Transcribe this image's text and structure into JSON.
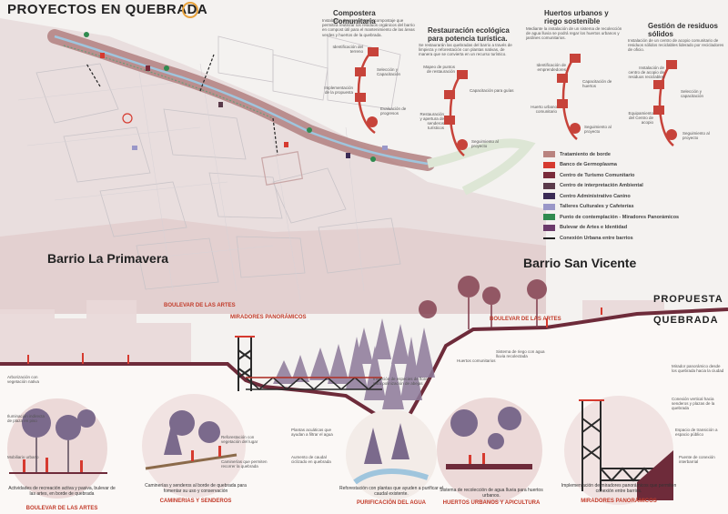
{
  "title": "PROYECTOS EN QUEBRADA",
  "barrios": {
    "primavera": "Barrio La Primavera",
    "vicente": "Barrio San Vicente"
  },
  "panels": [
    {
      "title": "Compostera Comunitaria",
      "text": "Instalación de una planta de compostaje que permitirá reutilizar los residuos orgánicos del barrio en compost útil para el mantenimiento de las áreas verdes y huertos de la quebrada.",
      "steps": [
        "Identificación del terreno",
        "Selección y Capacitación",
        "Implementación de la propuesta",
        "Evaluación de progresos"
      ]
    },
    {
      "title": "Restauración ecológica para potencia turística.",
      "text": "Se restaurarán las quebradas del barrio a través de limpieza y reforestación con plantas nativas, de manera que se convierta en un recurso turístico.",
      "steps": [
        "Mapeo de puntos de restauración",
        "Capacitación para guías",
        "Restauración y apertura de senderos turísticos",
        "Seguimiento al proyecto"
      ]
    },
    {
      "title": "Huertos urbanos y riego sostenible",
      "text": "Mediante la instalación de un sistema de recolección de agua lluvia se podrá regar los huertos urbanos y jardines comunitarios.",
      "steps": [
        "Identificación de emprendedores",
        "Capacitación de huertos",
        "Huerto urbano comunitario",
        "Seguimiento al proyecto"
      ]
    },
    {
      "title": "Gestión de residuos sólidos",
      "text": "Instalación de un centro de acopio comunitario de residuos sólidos reciclables liderado por recicladores de oficio.",
      "steps": [
        "Instalación de centro de acopio de residuos reciclables",
        "Selección y capacitación",
        "Equipamiento del Centro de acopio",
        "Seguimiento al proyecto"
      ]
    }
  ],
  "legend": [
    {
      "label": "Tratamiento de borde",
      "color": "#b9837f"
    },
    {
      "label": "Banco de Germoplasma",
      "color": "#d63a2f"
    },
    {
      "label": "Centro de Turismo Comunitario",
      "color": "#7a2a3a"
    },
    {
      "label": "Centro de interpretación Ambiental",
      "color": "#5a3a4a"
    },
    {
      "label": "Centro Administrativo Canino",
      "color": "#3a2a55"
    },
    {
      "label": "Talleres Culturales y Cafeterías",
      "color": "#9a97c8"
    },
    {
      "label": "Punto de contemplación - Miradores Panorámicos",
      "color": "#2f8a4f"
    },
    {
      "label": "Bulevar de Artes e Identidad",
      "color": "#6b3a6b"
    },
    {
      "label": "Conexión Urbana entre barrios",
      "color": "#222222"
    }
  ],
  "section": {
    "boulevard_left": "BOULEVAR DE LAS ARTES",
    "miradores": "MIRADORES PANORÁMICOS",
    "boulevard_right": "BOULEVAR DE LAS ARTES",
    "propuesta": "PROPUESTA",
    "quebrada": "QUEBRADA"
  },
  "details": [
    {
      "caption": "Actividades de recreación activa y pasiva, bulevar de las artes, en borde de quebrada",
      "title": "BOULEVAR DE LAS ARTES",
      "annots": [
        "Arborización con vegetación nativa",
        "Iluminación indirecta de plaza en piso",
        "Mobiliario urbano"
      ]
    },
    {
      "caption": "Caminerías y senderos al borde de quebrada para fomentar su uso y conservación",
      "title": "CAMINERIAS Y SENDEROS",
      "annots": [
        "Reforestación con vegetación del lugar",
        "Caminerías que permiten recorrer la quebrada"
      ]
    },
    {
      "caption": "Reforestación con plantas que ayuden a purificar el caudal existente.",
      "title": "PURIFICACIÓN DEL AGUA",
      "annots": [
        "Plantas acuáticas que ayudan a filtrar el agua",
        "Aumento de caudal ciclizado en quebrada"
      ]
    },
    {
      "caption": "Sistema de recolección de agua lluvia para huertos urbanos.",
      "title": "HUERTOS URBANOS Y APICULTURA",
      "annots": [
        "Huertos comunitarios",
        "Sistema de riego con agua lluvia recolectada",
        "Inserción de especies de flores para polinización de abejas"
      ]
    },
    {
      "caption": "Implementación de miradores panorámicos que permiten conexión entre barrios.",
      "title": "MIRADORES PANORÁMICOS",
      "annots": [
        "Mirador panorámico desde los quebrada hacia la ciudad",
        "Conexión vertical hacia senderos y plazas de la quebrada",
        "Espacio de transición a espacio público",
        "Puente de conexión interbarrial"
      ]
    }
  ]
}
